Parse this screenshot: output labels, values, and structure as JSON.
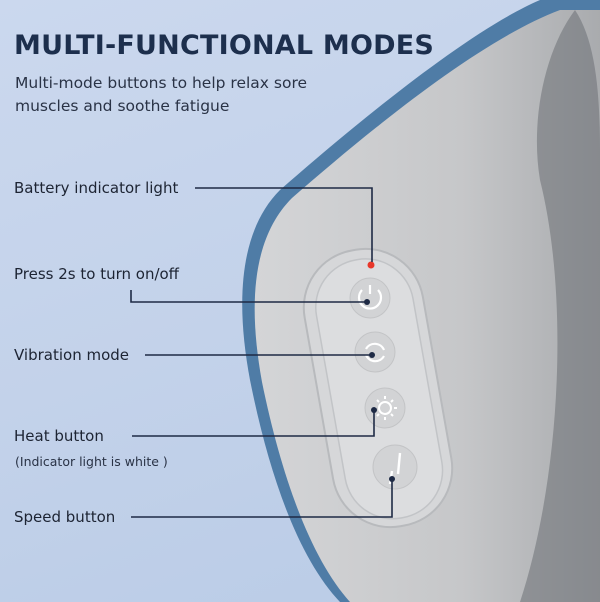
{
  "header": {
    "title": "MULTI-FUNCTIONAL MODES",
    "subtitle": "Multi-mode buttons to help relax sore muscles and soothe fatigue"
  },
  "callouts": [
    {
      "label": "Battery indicator light",
      "icon": "battery-indicator-light"
    },
    {
      "label": "Press 2s to turn on/off",
      "icon": "power-icon"
    },
    {
      "label": "Vibration mode",
      "icon": "rotate-icon"
    },
    {
      "label": "Heat button",
      "note": "(Indicator light is white )",
      "icon": "sun-icon"
    },
    {
      "label": "Speed button",
      "icon": "speed-icon"
    }
  ],
  "colors": {
    "text": "#1d2f4d",
    "device": "#c9cacc",
    "trim": "#4b7aa6",
    "indicator": "#e8372a"
  }
}
